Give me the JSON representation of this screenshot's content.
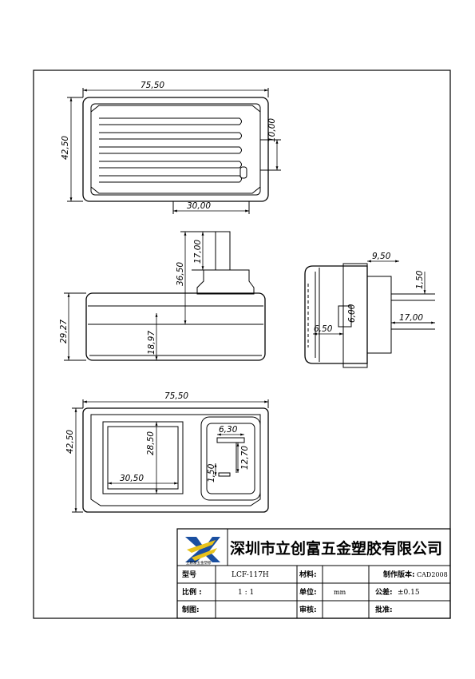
{
  "top_view": {
    "width_label": "75,50",
    "height_label": "42,50",
    "right_dim_label": "10,00",
    "bottom_dim_label": "30,00"
  },
  "side_view": {
    "pin_height_label": "17,00",
    "total_height_label": "36,50",
    "body_height_label": "29,27",
    "lower_height_label": "18,97"
  },
  "end_view": {
    "top_width_label": "9,50",
    "pin_thickness_label": "1,50",
    "pin_length_label": "17,00",
    "offset_label": "6,50",
    "slot_label": "6,00"
  },
  "bottom_view": {
    "width_label": "75,50",
    "height_label": "42,50",
    "window_height_label": "28,50",
    "window_width_label": "30,50",
    "slot_width_label": "6,30",
    "slot_height_label": "12,70",
    "small_label": "1,50"
  },
  "title_block": {
    "logo_caption": "立創富五金塑膠",
    "company_name": "深圳市立创富五金塑胶有限公司",
    "model_label": "型号",
    "model_value": "LCF-117H",
    "material_label": "材料:",
    "material_value": "",
    "version_label": "制作版本:",
    "version_value": "CAD2008",
    "scale_label": "比例 :",
    "scale_value": "1 : 1",
    "unit_label": "单位:",
    "unit_value": "mm",
    "tolerance_label": "公差:",
    "tolerance_value": "±0.15",
    "drawn_label": "制图:",
    "review_label": "审核:",
    "approve_label": "批准:"
  },
  "colors": {
    "line": "#000000",
    "logo_blue": "#1a4fa0",
    "logo_yellow": "#e8c21a"
  }
}
